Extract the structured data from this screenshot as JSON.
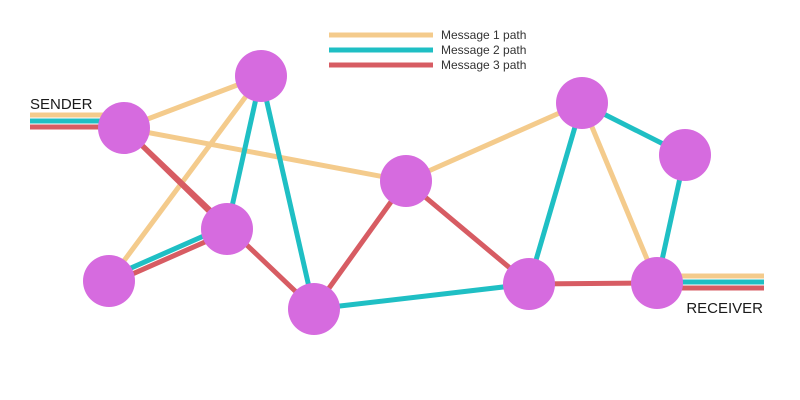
{
  "labels": {
    "sender": "SENDER",
    "receiver": "RECEIVER"
  },
  "legend": [
    {
      "label": "Message 1 path",
      "color": "#F4CB8C"
    },
    {
      "label": "Message 2 path",
      "color": "#1FBFC4"
    },
    {
      "label": "Message 3 path",
      "color": "#D75C63"
    }
  ],
  "node_color": "#D66BDF",
  "nodes": [
    "A",
    "B",
    "C",
    "D",
    "E",
    "F",
    "G",
    "H",
    "I",
    "J"
  ],
  "edges": [
    {
      "from": "A",
      "to": "D",
      "path": 1
    },
    {
      "from": "A",
      "to": "C",
      "path": 2
    },
    {
      "from": "A",
      "to": "C",
      "path": 3
    },
    {
      "from": "B",
      "to": "D",
      "path": 1
    },
    {
      "from": "B",
      "to": "F",
      "path": 1
    },
    {
      "from": "B",
      "to": "C",
      "path": 3
    },
    {
      "from": "B",
      "to": "E",
      "path": 3
    },
    {
      "from": "C",
      "to": "D",
      "path": 2
    },
    {
      "from": "D",
      "to": "E",
      "path": 2
    },
    {
      "from": "E",
      "to": "F",
      "path": 3
    },
    {
      "from": "E",
      "to": "G",
      "path": 2
    },
    {
      "from": "F",
      "to": "H",
      "path": 1
    },
    {
      "from": "F",
      "to": "G",
      "path": 3
    },
    {
      "from": "H",
      "to": "G",
      "path": 2
    },
    {
      "from": "H",
      "to": "J",
      "path": 1
    },
    {
      "from": "H",
      "to": "I",
      "path": 2
    },
    {
      "from": "I",
      "to": "J",
      "path": 2
    },
    {
      "from": "G",
      "to": "J",
      "path": 3
    }
  ]
}
